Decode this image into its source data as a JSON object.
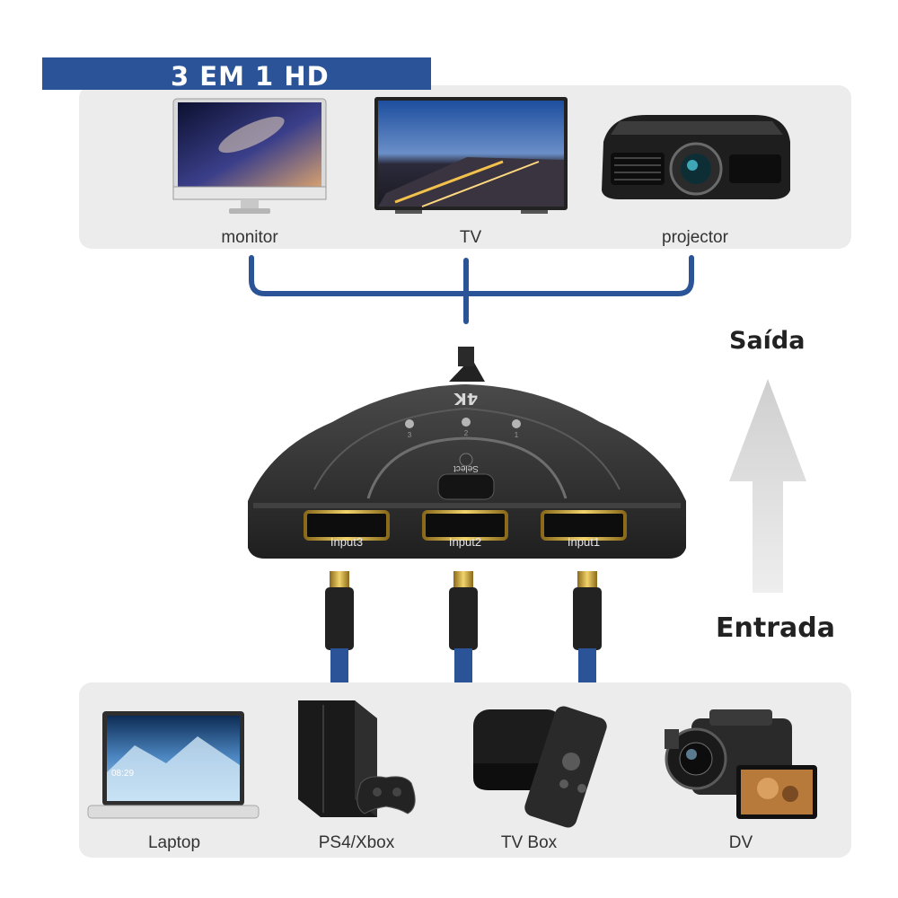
{
  "title": "3 EM 1 HD",
  "outputs": [
    {
      "label": "monitor",
      "icon": "monitor-icon"
    },
    {
      "label": "TV",
      "icon": "tv-icon"
    },
    {
      "label": "projector",
      "icon": "projector-icon"
    }
  ],
  "inputs": [
    {
      "label": "Laptop",
      "icon": "laptop-icon"
    },
    {
      "label": "PS4/Xbox",
      "icon": "game-console-icon"
    },
    {
      "label": "TV Box",
      "icon": "tv-box-icon"
    },
    {
      "label": "DV",
      "icon": "camcorder-icon"
    }
  ],
  "direction": {
    "output_label": "Saída",
    "input_label": "Entrada"
  },
  "switch": {
    "badge": "4K",
    "select_label": "Select",
    "ports": [
      "Input3",
      "Input2",
      "Input1"
    ],
    "leds": [
      "3",
      "2",
      "1"
    ]
  },
  "laptop_clock": "08:29",
  "colors": {
    "banner": "#2a5497",
    "cable": "#2a5497",
    "panel": "#ececec",
    "arrow": "#dcdcdc"
  }
}
